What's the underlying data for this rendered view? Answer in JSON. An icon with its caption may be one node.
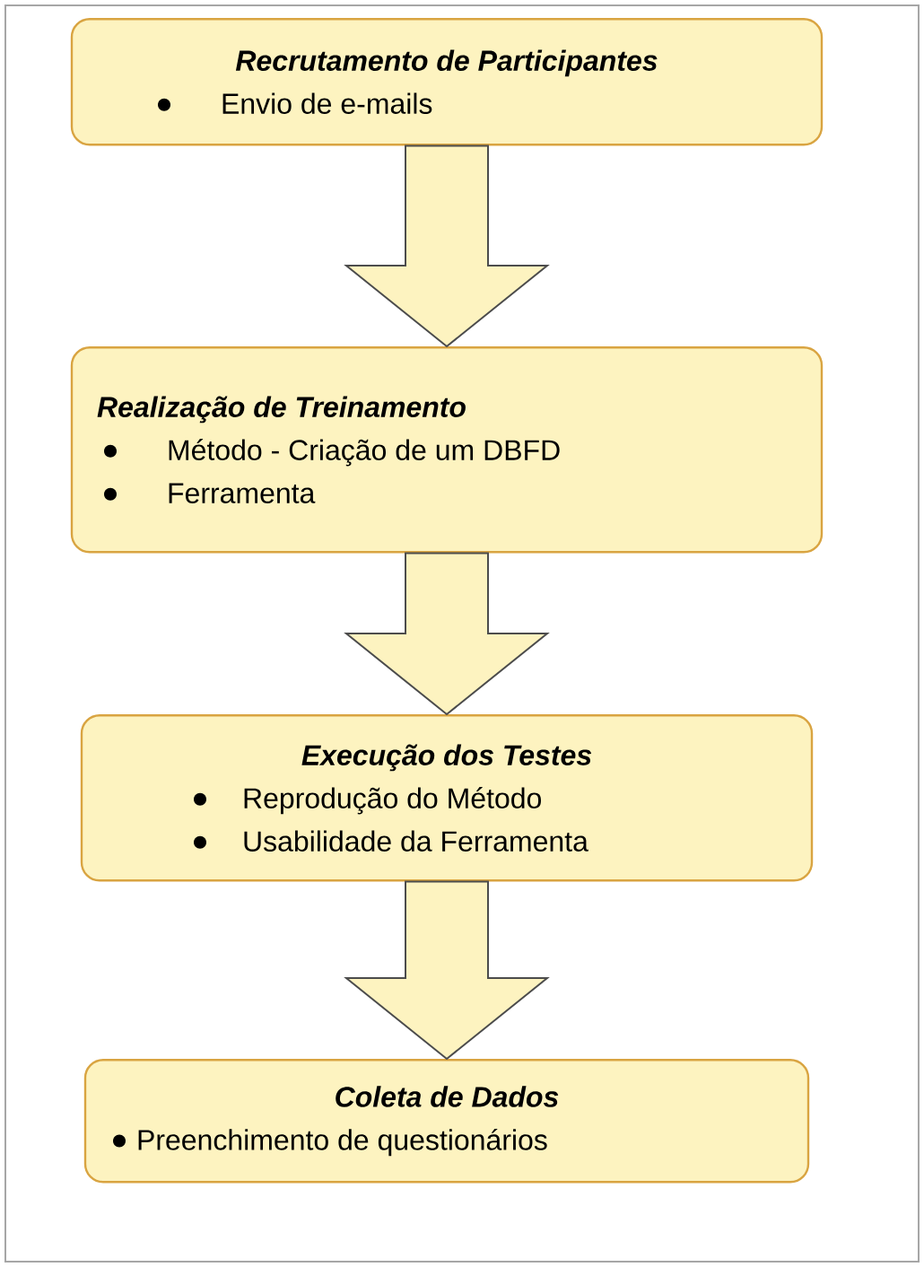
{
  "diagram": {
    "nodes": [
      {
        "text": [
          "Recrutamento de Participantes",
          "Envio de e-mails"
        ]
      },
      {
        "text": [
          "Realização de Treinamento",
          "Método - Criação de um DBFD",
          "Ferramenta"
        ]
      },
      {
        "text": [
          "Execução dos Testes",
          "Reprodução do Método",
          "Usabilidade da Ferramenta"
        ]
      },
      {
        "text": [
          "Coleta de Dados",
          "Preenchimento de questionários"
        ]
      }
    ],
    "edges": [
      {
        "from": 0,
        "to": 1,
        "arrow": "to"
      },
      {
        "from": 1,
        "to": 2,
        "arrow": "to"
      },
      {
        "from": 2,
        "to": 3,
        "arrow": "to"
      }
    ]
  }
}
